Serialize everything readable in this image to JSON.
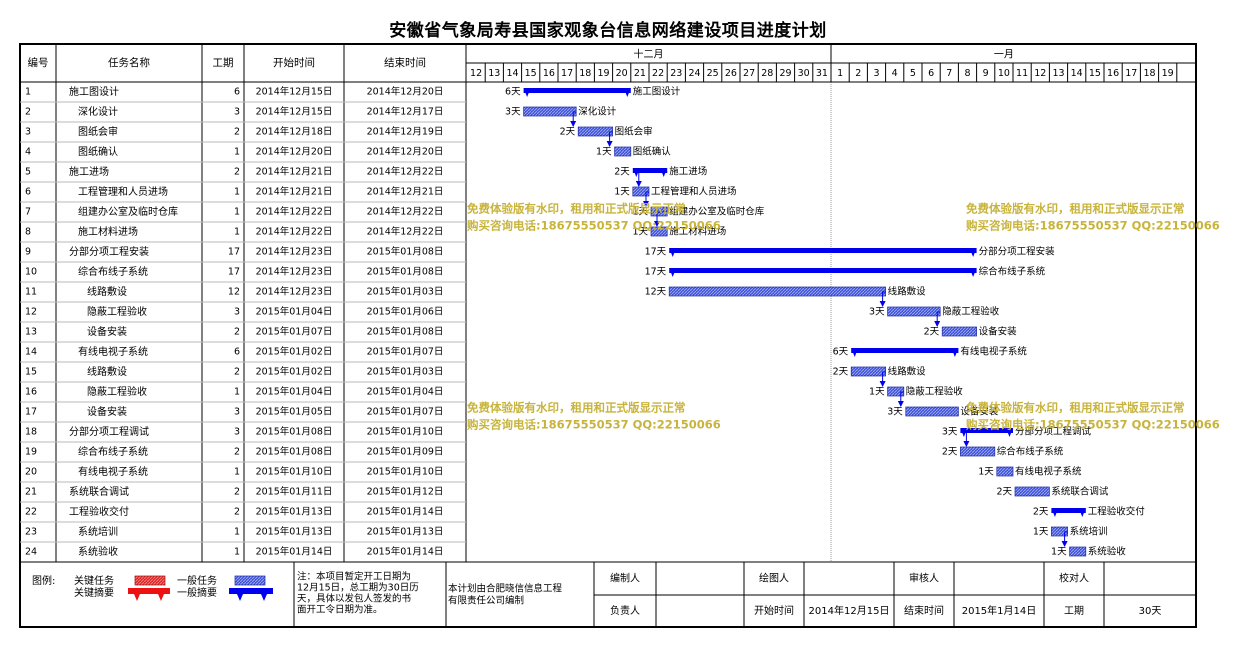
{
  "title": "安徽省气象局寿县国家观象台信息网络建设项目进度计划",
  "table_headers": {
    "id": "编号",
    "name": "任务名称",
    "duration": "工期",
    "start": "开始时间",
    "end": "结束时间"
  },
  "month_labels": [
    "十二月",
    "一月"
  ],
  "day_labels": [
    "12",
    "13",
    "14",
    "15",
    "16",
    "17",
    "18",
    "19",
    "20",
    "21",
    "22",
    "23",
    "24",
    "25",
    "26",
    "27",
    "28",
    "29",
    "30",
    "31",
    "1",
    "2",
    "3",
    "4",
    "5",
    "6",
    "7",
    "8",
    "9",
    "10",
    "11",
    "12",
    "13",
    "14",
    "15",
    "16",
    "17",
    "18",
    "19"
  ],
  "chart_data": {
    "type": "gantt",
    "title": "安徽省气象局寿县国家观象台信息网络建设项目进度计划",
    "x_range": [
      "2014-12-12",
      "2015-01-19"
    ],
    "tasks": [
      {
        "id": "1",
        "name": "施工图设计",
        "level": 1,
        "duration": "6",
        "start": "2014年12月15日",
        "end": "2014年12月20日",
        "label": "6天",
        "start_date": "2014-12-15",
        "end_date": "2014-12-20",
        "kind": "summary",
        "critical": false
      },
      {
        "id": "2",
        "name": "深化设计",
        "level": 2,
        "duration": "3",
        "start": "2014年12月15日",
        "end": "2014年12月17日",
        "label": "3天",
        "start_date": "2014-12-15",
        "end_date": "2014-12-17",
        "kind": "task",
        "critical": false
      },
      {
        "id": "3",
        "name": "图纸会审",
        "level": 2,
        "duration": "2",
        "start": "2014年12月18日",
        "end": "2014年12月19日",
        "label": "2天",
        "start_date": "2014-12-18",
        "end_date": "2014-12-19",
        "kind": "task",
        "critical": false
      },
      {
        "id": "4",
        "name": "图纸确认",
        "level": 2,
        "duration": "1",
        "start": "2014年12月20日",
        "end": "2014年12月20日",
        "label": "1天",
        "start_date": "2014-12-20",
        "end_date": "2014-12-20",
        "kind": "task",
        "critical": false
      },
      {
        "id": "5",
        "name": "施工进场",
        "level": 1,
        "duration": "2",
        "start": "2014年12月21日",
        "end": "2014年12月22日",
        "label": "2天",
        "start_date": "2014-12-21",
        "end_date": "2014-12-22",
        "kind": "summary",
        "critical": false
      },
      {
        "id": "6",
        "name": "工程管理和人员进场",
        "level": 2,
        "duration": "1",
        "start": "2014年12月21日",
        "end": "2014年12月21日",
        "label": "1天",
        "start_date": "2014-12-21",
        "end_date": "2014-12-21",
        "kind": "task",
        "critical": false
      },
      {
        "id": "7",
        "name": "组建办公室及临时仓库",
        "level": 2,
        "duration": "1",
        "start": "2014年12月22日",
        "end": "2014年12月22日",
        "label": "1天",
        "start_date": "2014-12-22",
        "end_date": "2014-12-22",
        "kind": "task",
        "critical": false
      },
      {
        "id": "8",
        "name": "施工材料进场",
        "level": 2,
        "duration": "1",
        "start": "2014年12月22日",
        "end": "2014年12月22日",
        "label": "1天",
        "start_date": "2014-12-22",
        "end_date": "2014-12-22",
        "kind": "task",
        "critical": false
      },
      {
        "id": "9",
        "name": "分部分项工程安装",
        "level": 1,
        "duration": "17",
        "start": "2014年12月23日",
        "end": "2015年01月08日",
        "label": "17天",
        "start_date": "2014-12-23",
        "end_date": "2015-01-08",
        "kind": "summary",
        "critical": false
      },
      {
        "id": "10",
        "name": "综合布线子系统",
        "level": 2,
        "duration": "17",
        "start": "2014年12月23日",
        "end": "2015年01月08日",
        "label": "17天",
        "start_date": "2014-12-23",
        "end_date": "2015-01-08",
        "kind": "summary",
        "critical": false
      },
      {
        "id": "11",
        "name": "线路敷设",
        "level": 3,
        "duration": "12",
        "start": "2014年12月23日",
        "end": "2015年01月03日",
        "label": "12天",
        "start_date": "2014-12-23",
        "end_date": "2015-01-03",
        "kind": "task",
        "critical": false
      },
      {
        "id": "12",
        "name": "隐蔽工程验收",
        "level": 3,
        "duration": "3",
        "start": "2015年01月04日",
        "end": "2015年01月06日",
        "label": "3天",
        "start_date": "2015-01-04",
        "end_date": "2015-01-06",
        "kind": "task",
        "critical": false
      },
      {
        "id": "13",
        "name": "设备安装",
        "level": 3,
        "duration": "2",
        "start": "2015年01月07日",
        "end": "2015年01月08日",
        "label": "2天",
        "start_date": "2015-01-07",
        "end_date": "2015-01-08",
        "kind": "task",
        "critical": false
      },
      {
        "id": "14",
        "name": "有线电视子系统",
        "level": 2,
        "duration": "6",
        "start": "2015年01月02日",
        "end": "2015年01月07日",
        "label": "6天",
        "start_date": "2015-01-02",
        "end_date": "2015-01-07",
        "kind": "summary",
        "critical": false
      },
      {
        "id": "15",
        "name": "线路敷设",
        "level": 3,
        "duration": "2",
        "start": "2015年01月02日",
        "end": "2015年01月03日",
        "label": "2天",
        "start_date": "2015-01-02",
        "end_date": "2015-01-03",
        "kind": "task",
        "critical": false
      },
      {
        "id": "16",
        "name": "隐蔽工程验收",
        "level": 3,
        "duration": "1",
        "start": "2015年01月04日",
        "end": "2015年01月04日",
        "label": "1天",
        "start_date": "2015-01-04",
        "end_date": "2015-01-04",
        "kind": "task",
        "critical": false
      },
      {
        "id": "17",
        "name": "设备安装",
        "level": 3,
        "duration": "3",
        "start": "2015年01月05日",
        "end": "2015年01月07日",
        "label": "3天",
        "start_date": "2015-01-05",
        "end_date": "2015-01-07",
        "kind": "task",
        "critical": false
      },
      {
        "id": "18",
        "name": "分部分项工程调试",
        "level": 1,
        "duration": "3",
        "start": "2015年01月08日",
        "end": "2015年01月10日",
        "label": "3天",
        "start_date": "2015-01-08",
        "end_date": "2015-01-10",
        "kind": "summary",
        "critical": false
      },
      {
        "id": "19",
        "name": "综合布线子系统",
        "level": 2,
        "duration": "2",
        "start": "2015年01月08日",
        "end": "2015年01月09日",
        "label": "2天",
        "start_date": "2015-01-08",
        "end_date": "2015-01-09",
        "kind": "task",
        "critical": false
      },
      {
        "id": "20",
        "name": "有线电视子系统",
        "level": 2,
        "duration": "1",
        "start": "2015年01月10日",
        "end": "2015年01月10日",
        "label": "1天",
        "start_date": "2015-01-10",
        "end_date": "2015-01-10",
        "kind": "task",
        "critical": false
      },
      {
        "id": "21",
        "name": "系统联合调试",
        "level": 1,
        "duration": "2",
        "start": "2015年01月11日",
        "end": "2015年01月12日",
        "label": "2天",
        "start_date": "2015-01-11",
        "end_date": "2015-01-12",
        "kind": "task",
        "critical": false
      },
      {
        "id": "22",
        "name": "工程验收交付",
        "level": 1,
        "duration": "2",
        "start": "2015年01月13日",
        "end": "2015年01月14日",
        "label": "2天",
        "start_date": "2015-01-13",
        "end_date": "2015-01-14",
        "kind": "summary",
        "critical": false
      },
      {
        "id": "23",
        "name": "系统培训",
        "level": 2,
        "duration": "1",
        "start": "2015年01月13日",
        "end": "2015年01月13日",
        "label": "1天",
        "start_date": "2015-01-13",
        "end_date": "2015-01-13",
        "kind": "task",
        "critical": false
      },
      {
        "id": "24",
        "name": "系统验收",
        "level": 2,
        "duration": "1",
        "start": "2015年01月14日",
        "end": "2015年01月14日",
        "label": "1天",
        "start_date": "2015-01-14",
        "end_date": "2015-01-14",
        "kind": "task",
        "critical": false
      }
    ],
    "dependencies": [
      [
        2,
        3
      ],
      [
        3,
        4
      ],
      [
        5,
        6
      ],
      [
        6,
        7
      ],
      [
        7,
        8
      ],
      [
        11,
        12
      ],
      [
        12,
        13
      ],
      [
        15,
        16
      ],
      [
        16,
        17
      ],
      [
        18,
        19
      ],
      [
        23,
        24
      ]
    ]
  },
  "legend": {
    "label": "图例:",
    "critical_task": "关键任务",
    "critical_summary": "关键摘要",
    "normal_task": "一般任务",
    "normal_summary": "一般摘要"
  },
  "note": "注：本项目暂定开工日期为12月15日，总工期为30日历天，具体以发包人签发的书面开工令日期为准。",
  "note_lines": [
    "注：本项目暂定开工日期为",
    "12月15日，总工期为30日历",
    "天，具体以发包人签发的书",
    "面开工令日期为准。"
  ],
  "compiled_by": "本计划由合肥晓信信息工程有限责任公司编制",
  "compiled_by_lines": [
    "本计划由合肥晓信信息工程",
    "有限责任公司编制"
  ],
  "footer": {
    "editor_label": "编制人",
    "drafter_label": "绘图人",
    "reviewer_label": "审核人",
    "checker_label": "校对人",
    "owner_label": "负责人",
    "start_label": "开始时间",
    "start_value": "2014年12月15日",
    "end_label": "结束时间",
    "end_value": "2015年1月14日",
    "duration_label": "工期",
    "duration_value": "30天"
  },
  "watermark": {
    "line1": "免费体验版有水印，租用和正式版显示正常",
    "line2": "购买咨询电话:18675550537 QQ:22150066"
  },
  "colors": {
    "bar_blue": "#0000ee",
    "bar_fill_light": "#5a6ee0",
    "critical_red": "#ee1111",
    "watermark": "#c8b43c",
    "grid": "#b8b8b8"
  }
}
